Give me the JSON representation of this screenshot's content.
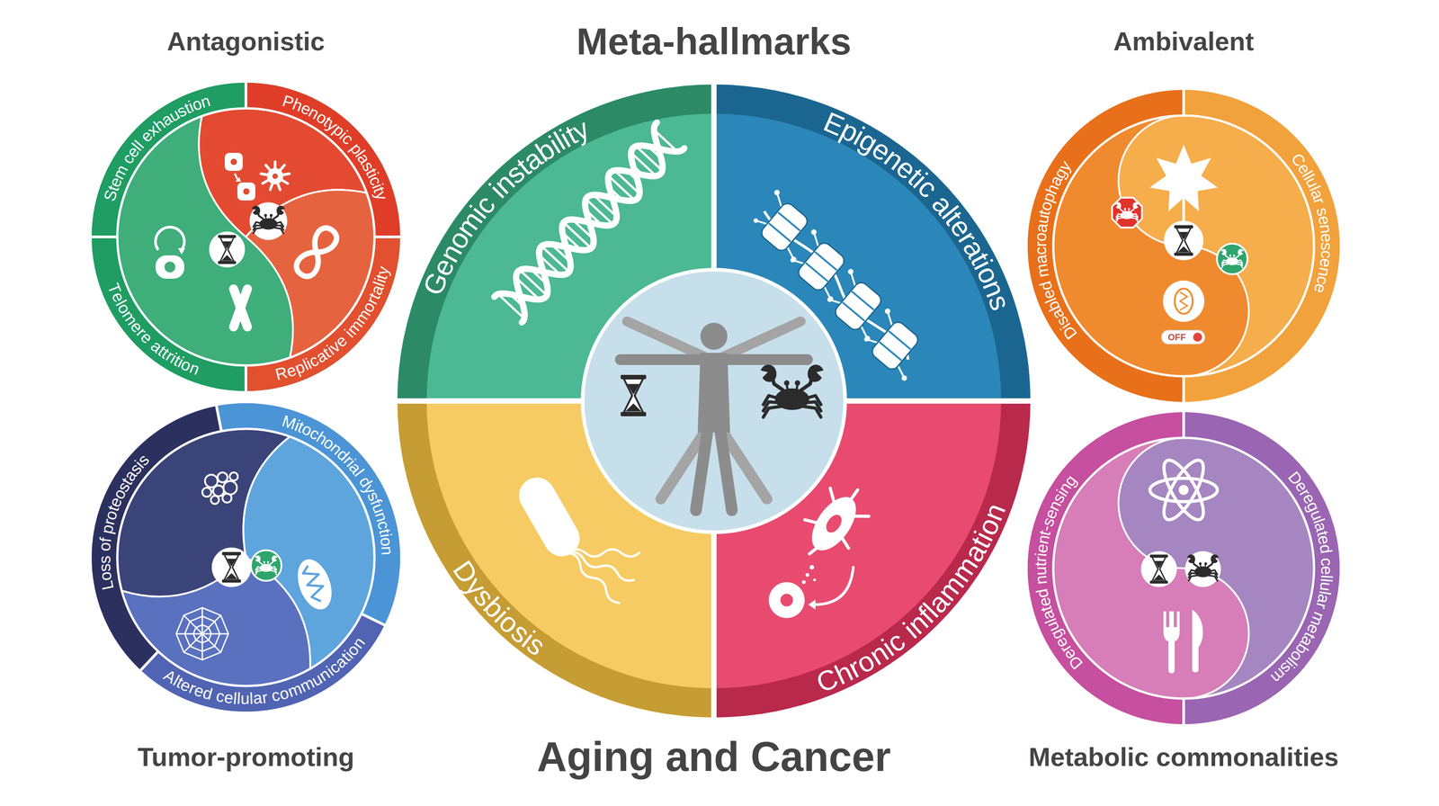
{
  "diagram": {
    "title": "Meta-hallmarks",
    "caption": "Aging and Cancer",
    "nodes": [
      {
        "text": [
          "Antagonistic"
        ]
      },
      {
        "text": [
          "Stem cell exhaustion"
        ],
        "in": 0
      },
      {
        "text": [
          "Phenotypic plasticity"
        ],
        "in": 0
      },
      {
        "text": [
          "Replicative immortality"
        ],
        "in": 0
      },
      {
        "text": [
          "Telomere attrition"
        ],
        "in": 0
      },
      {
        "text": [
          "Genomic instability"
        ]
      },
      {
        "text": [
          "Epigenetic alterations"
        ]
      },
      {
        "text": [
          "Ambivalent"
        ]
      },
      {
        "text": [
          "Disabled macroautophagy"
        ],
        "in": 7
      },
      {
        "text": [
          "Cellular senescence"
        ],
        "in": 7
      },
      {
        "text": [
          "Tumor-promoting"
        ]
      },
      {
        "text": [
          "Loss of proteostasis"
        ],
        "in": 10
      },
      {
        "text": [
          "Mitochondrial dysfunction"
        ],
        "in": 10
      },
      {
        "text": [
          "Altered cellular communication"
        ],
        "in": 10
      },
      {
        "text": [
          "Dysbiosis"
        ]
      },
      {
        "text": [
          "Chronic inflammation"
        ]
      },
      {
        "text": [
          "Metabolic commonalities"
        ]
      },
      {
        "text": [
          "Deregulated nutrient-sensing"
        ],
        "in": 16
      },
      {
        "text": [
          "Deregulated cellular metabolism"
        ],
        "in": 16
      }
    ],
    "labels": [
      "OFF"
    ]
  }
}
